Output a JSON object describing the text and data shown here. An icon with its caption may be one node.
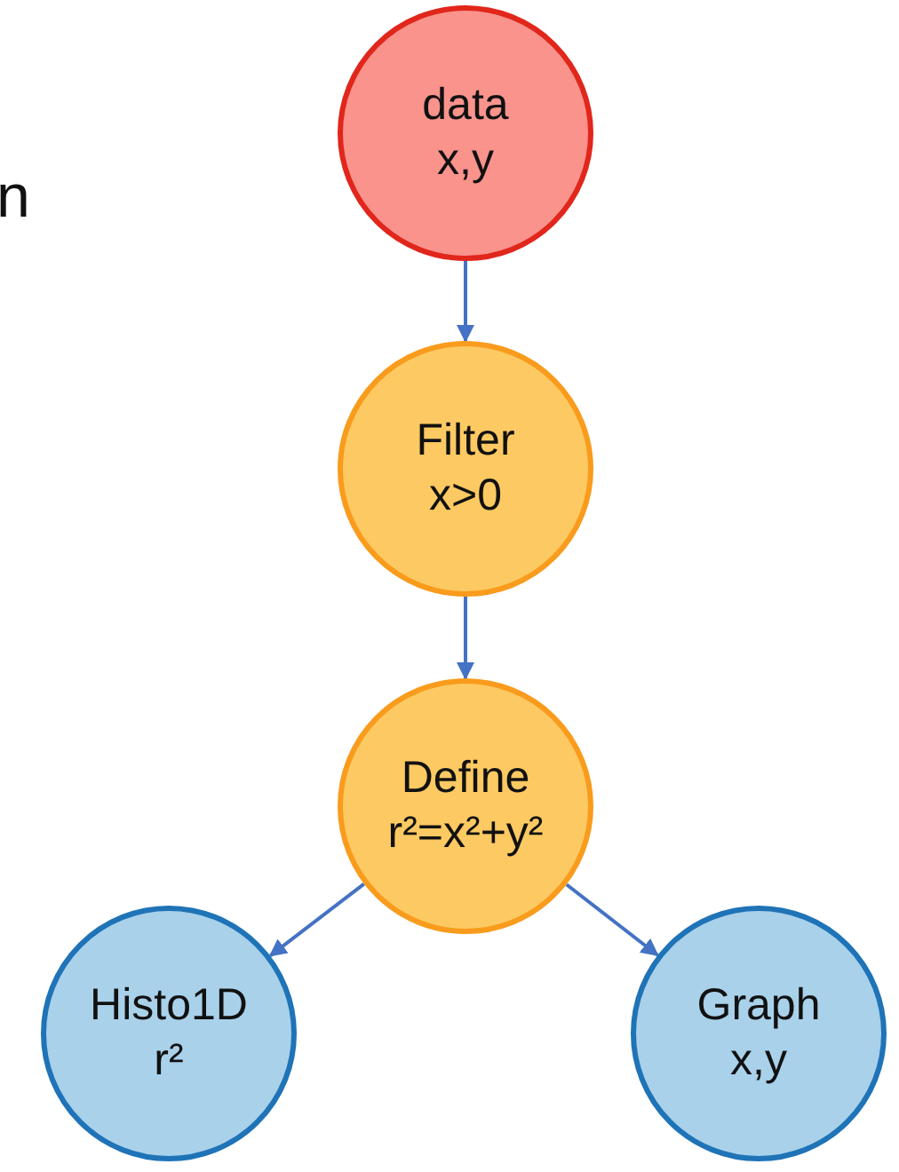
{
  "diagram": {
    "nodes": [
      {
        "text": [
          "data",
          "x,y"
        ]
      },
      {
        "text": [
          "Filter",
          "x>0"
        ]
      },
      {
        "text": [
          "Define",
          "r²=x²+y²"
        ]
      },
      {
        "text": [
          "Histo1D",
          "r²"
        ]
      },
      {
        "text": [
          "Graph",
          "x,y"
        ]
      }
    ],
    "edges": [
      {
        "from": 0,
        "to": 1,
        "arrow": "to"
      },
      {
        "from": 1,
        "to": 2,
        "arrow": "to"
      },
      {
        "from": 2,
        "to": 3,
        "arrow": "to"
      },
      {
        "from": 2,
        "to": 4,
        "arrow": "to"
      }
    ],
    "labels": [
      "n"
    ]
  }
}
